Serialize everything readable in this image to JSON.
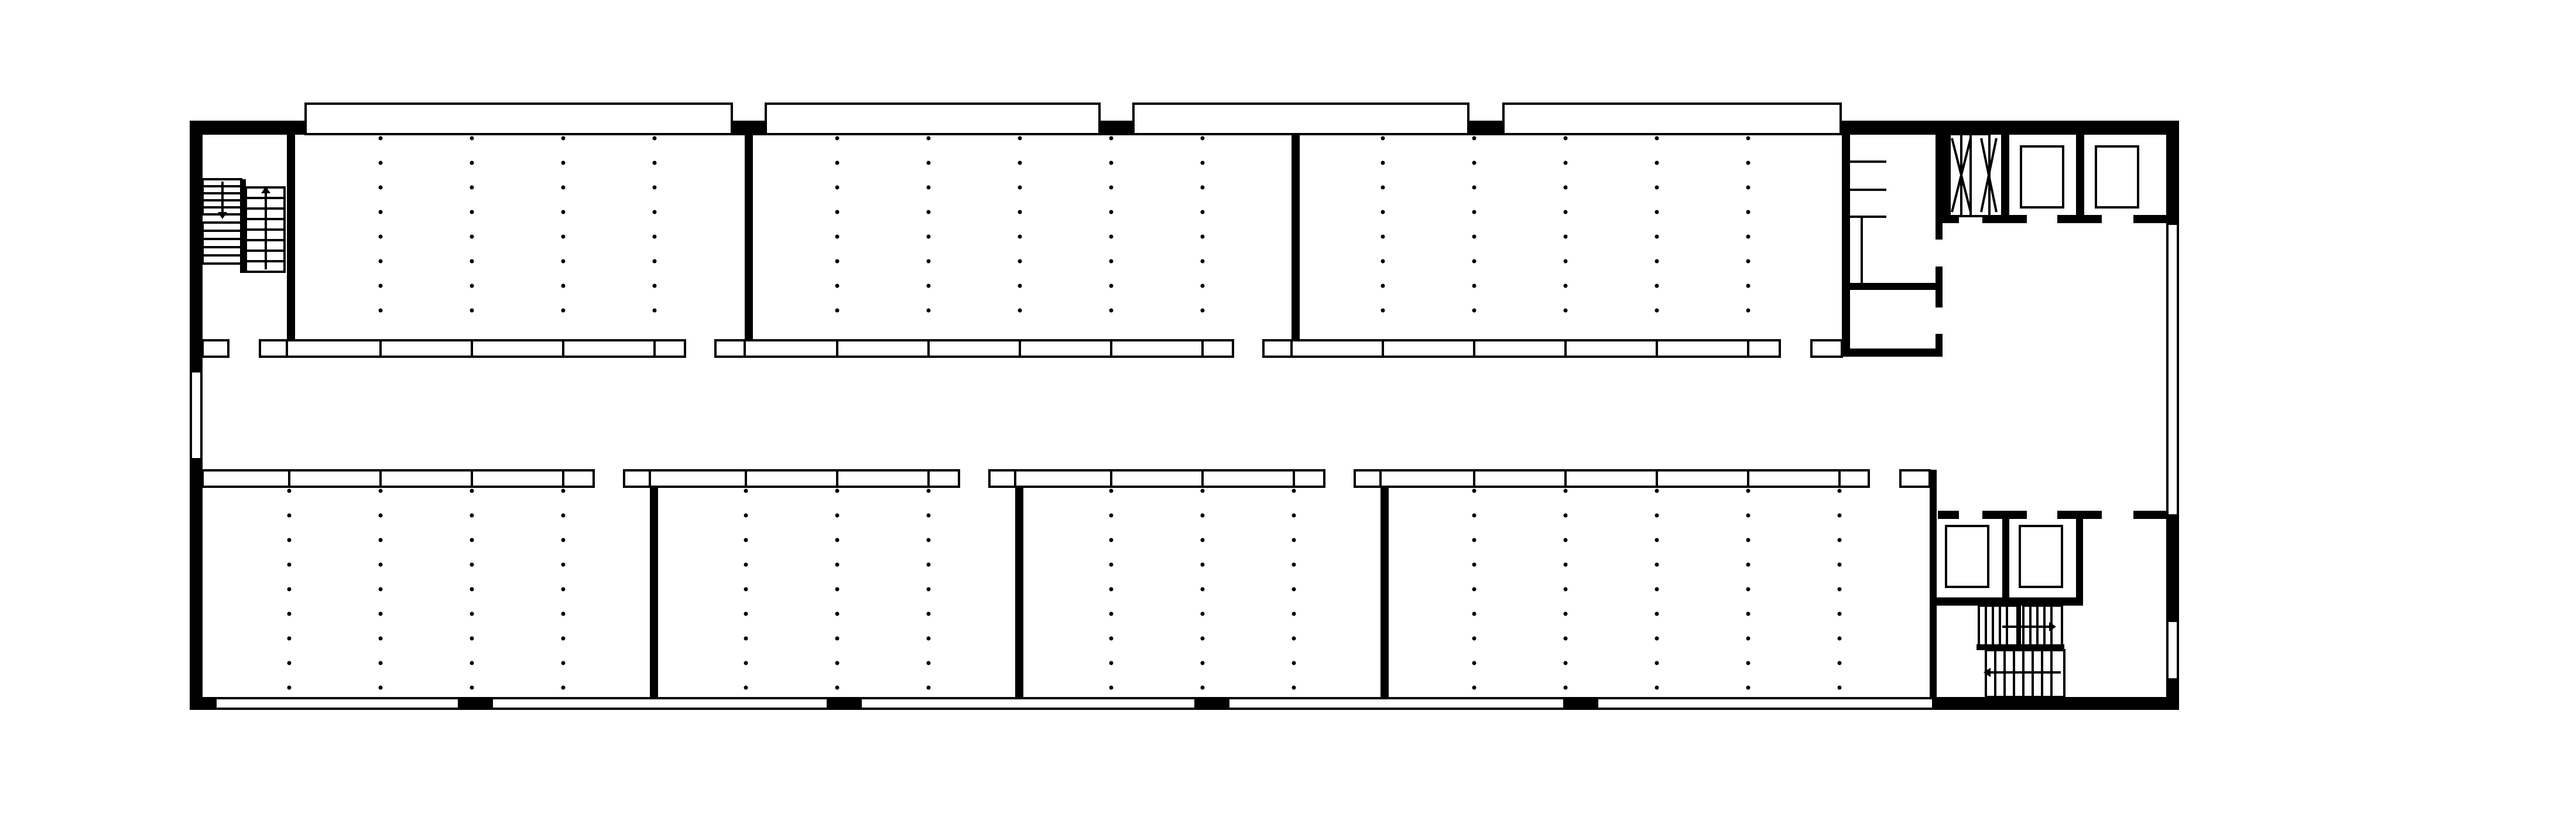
{
  "colors": {
    "ink": "#000000",
    "paper": "#ffffff"
  },
  "plan": {
    "north_room_count": 3,
    "south_room_count": 4,
    "corridor_count": 1,
    "stair_count": 2,
    "lift_count": 4
  }
}
